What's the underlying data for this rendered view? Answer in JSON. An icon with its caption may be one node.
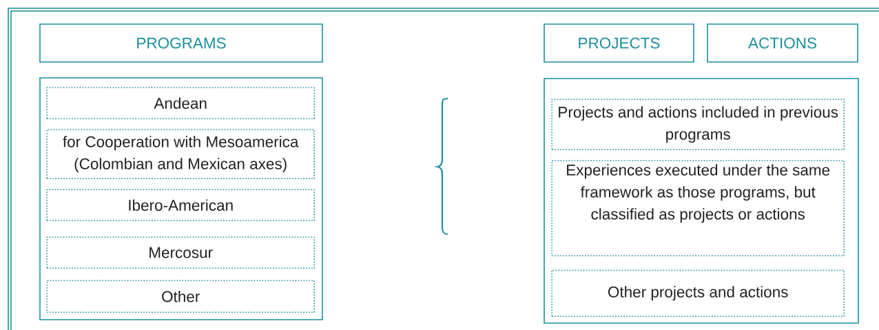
{
  "diagram": {
    "nodes": [
      {
        "text": [
          "PROGRAMS"
        ]
      },
      {
        "text": [],
        "shape": "box"
      },
      {
        "text": [
          "Andean"
        ],
        "in": 1
      },
      {
        "text": [
          "for Cooperation with Mesoamerica (Colombian and Mexican axes)"
        ],
        "in": 1
      },
      {
        "text": [
          "Ibero-American"
        ],
        "in": 1
      },
      {
        "text": [
          "Mercosur"
        ],
        "in": 1
      },
      {
        "text": [
          "Other"
        ],
        "in": 1
      },
      {
        "text": [
          "PROJECTS"
        ]
      },
      {
        "text": [
          "ACTIONS"
        ]
      },
      {
        "text": [],
        "shape": "box"
      },
      {
        "text": [
          "Projects and actions included in previous programs"
        ],
        "in": 9
      },
      {
        "text": [
          "Experiences executed under the same framework as those programs, but classified as projects or actions"
        ],
        "in": 9
      },
      {
        "text": [
          "Other projects and actions"
        ],
        "in": 9
      }
    ]
  }
}
